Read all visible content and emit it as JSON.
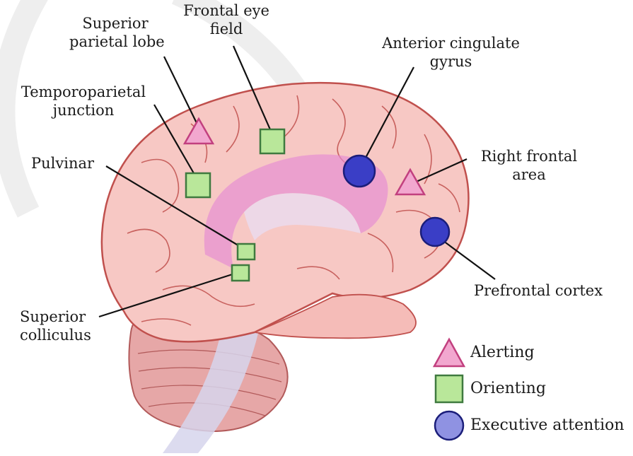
{
  "labels": {
    "superior_parietal_lobe": [
      "Superior",
      "parietal lobe"
    ],
    "frontal_eye_field": [
      "Frontal eye",
      "field"
    ],
    "temporoparietal_junction": [
      "Temporoparietal",
      "junction"
    ],
    "pulvinar": "Pulvinar",
    "superior_colliculus": [
      "Superior",
      "colliculus"
    ],
    "anterior_cingulate_gyrus": [
      "Anterior cingulate",
      "gyrus"
    ],
    "right_frontal_area": [
      "Right frontal",
      "area"
    ],
    "prefrontal_cortex": "Prefrontal cortex"
  },
  "legend": [
    {
      "shape": "triangle",
      "label": "Alerting",
      "color": "#e15a9a"
    },
    {
      "shape": "square",
      "label": "Orienting",
      "color": "#a9e08a"
    },
    {
      "shape": "circle",
      "label": "Executive attention",
      "color": "#2b2fb8"
    }
  ],
  "colors": {
    "brain_fill": "#f7c8c4",
    "brain_stroke": "#c0504d",
    "cingulate_band": "#e58ad4",
    "brainstem": "#c7c6e4",
    "cerebellum": "#e6a7a7",
    "watermark": "#eeeeee"
  }
}
